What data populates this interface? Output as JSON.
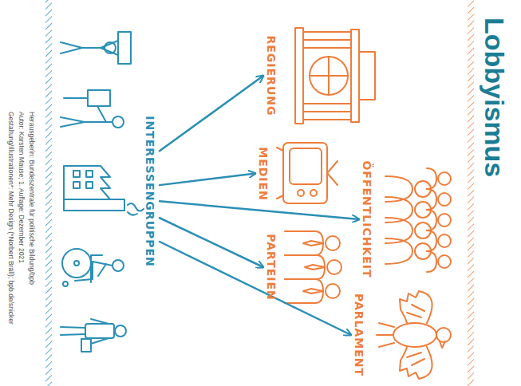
{
  "diagram": {
    "title": "Lobbyismus",
    "nodes": [
      {
        "text": [
          "INTERESSENGRUPPEN"
        ]
      },
      {
        "text": [
          "REGIERUNG"
        ]
      },
      {
        "text": [
          "MEDIEN"
        ]
      },
      {
        "text": [
          "ÖFFENTLICHKEIT"
        ]
      },
      {
        "text": [
          "PARTEIEN"
        ]
      },
      {
        "text": [
          "PARLAMENT"
        ]
      }
    ],
    "edges": [
      {
        "from": 0,
        "to": 1,
        "arrow": "to"
      },
      {
        "from": 0,
        "to": 2,
        "arrow": "to"
      },
      {
        "from": 0,
        "to": 3,
        "arrow": "to"
      },
      {
        "from": 0,
        "to": 4,
        "arrow": "to"
      },
      {
        "from": 0,
        "to": 5,
        "arrow": "to"
      }
    ],
    "labels": [
      "Herausgeberin: Bundeszentrale für politische Bildung/bpb",
      "Autor: Karsten Mause; 1. Auflage: Dezember 2021",
      "Gestaltung/Illustrationen*: Mehr Design (*Norbert Bräll); bpb.de/snicker"
    ]
  }
}
